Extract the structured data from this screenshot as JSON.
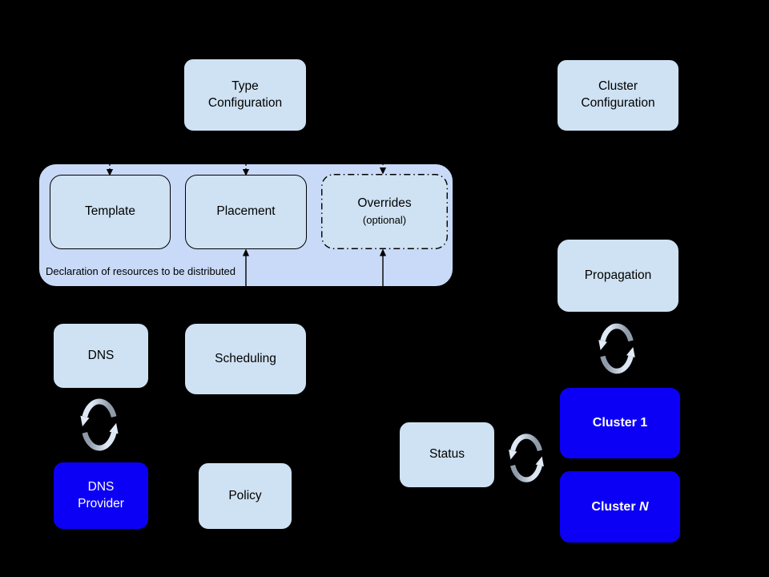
{
  "colors": {
    "background": "#000000",
    "group_fill": "#c9daf8",
    "node_fill": "#cfe2f3",
    "cluster_fill": "#0b00f5",
    "node_text": "#000000",
    "cluster_text": "#ffffff",
    "sync_light": "#dde8f4",
    "sync_dark": "#8f9ba8"
  },
  "nodes": {
    "type_configuration": {
      "label": "Type\nConfiguration"
    },
    "cluster_configuration": {
      "label": "Cluster\nConfiguration"
    },
    "template": {
      "label": "Template"
    },
    "placement": {
      "label": "Placement"
    },
    "overrides": {
      "label": "Overrides",
      "sublabel": "(optional)"
    },
    "dns": {
      "label": "DNS"
    },
    "scheduling": {
      "label": "Scheduling"
    },
    "dns_provider": {
      "label": "DNS\nProvider"
    },
    "policy": {
      "label": "Policy"
    },
    "propagation": {
      "label": "Propagation"
    },
    "status": {
      "label": "Status"
    },
    "cluster_1": {
      "label": "Cluster 1"
    },
    "cluster_n": {
      "label_prefix": "Cluster ",
      "label_n": "N"
    }
  },
  "group": {
    "caption": "Declaration of resources to be distributed"
  },
  "icons": {
    "sync": "circular-sync-arrows"
  }
}
